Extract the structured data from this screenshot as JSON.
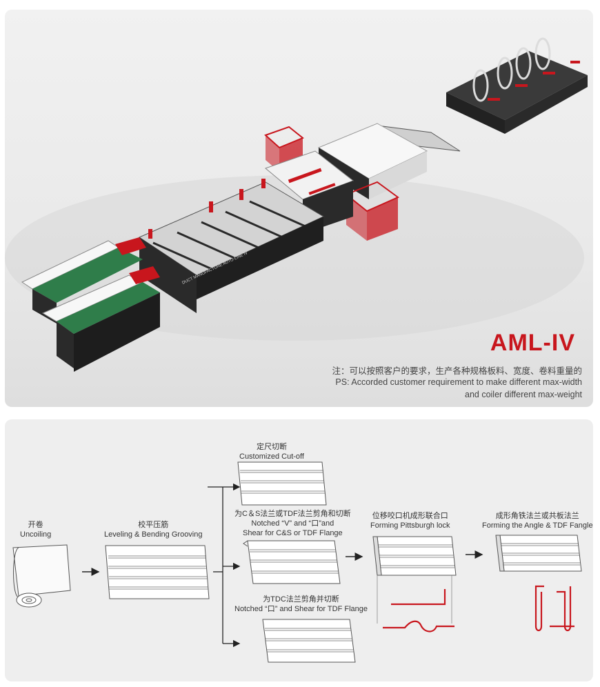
{
  "hero": {
    "model": "AML-IV",
    "machine_label": "DUCT MANUFACTURE AUTO-LINE IV",
    "note_cn": "注：可以按照客户的要求，生产各种规格板料、宽度、卷料重量的",
    "note_en_line1": "PS: Accorded customer requirement to make different max-width",
    "note_en_line2": "and coiler different max-weight"
  },
  "flow": {
    "steps": [
      {
        "cn": "开卷",
        "en": "Uncoiling"
      },
      {
        "cn": "校平压筋",
        "en": "Leveling & Bending Grooving"
      },
      {
        "cn": "定尺切断",
        "en": "Customized Cut-off"
      },
      {
        "cn": "为C＆S法兰或TDF法兰剪角和切断",
        "en1": "Notched “V” and “口”and",
        "en2": "Shear for C&S or TDF Flange"
      },
      {
        "cn": "为TDC法兰剪角并切断",
        "en": "Notched “口” and Shear for TDF Flange"
      },
      {
        "cn": "位移咬口机成形联合口",
        "en": "Forming Pittsburgh lock"
      },
      {
        "cn": "成形角铁法兰或共板法兰",
        "en": "Forming the Angle & TDF Fangle"
      }
    ]
  },
  "colors": {
    "accent": "#c8161d",
    "machine_dark": "#2b2b2b",
    "belt_green": "#2f7d4a"
  }
}
